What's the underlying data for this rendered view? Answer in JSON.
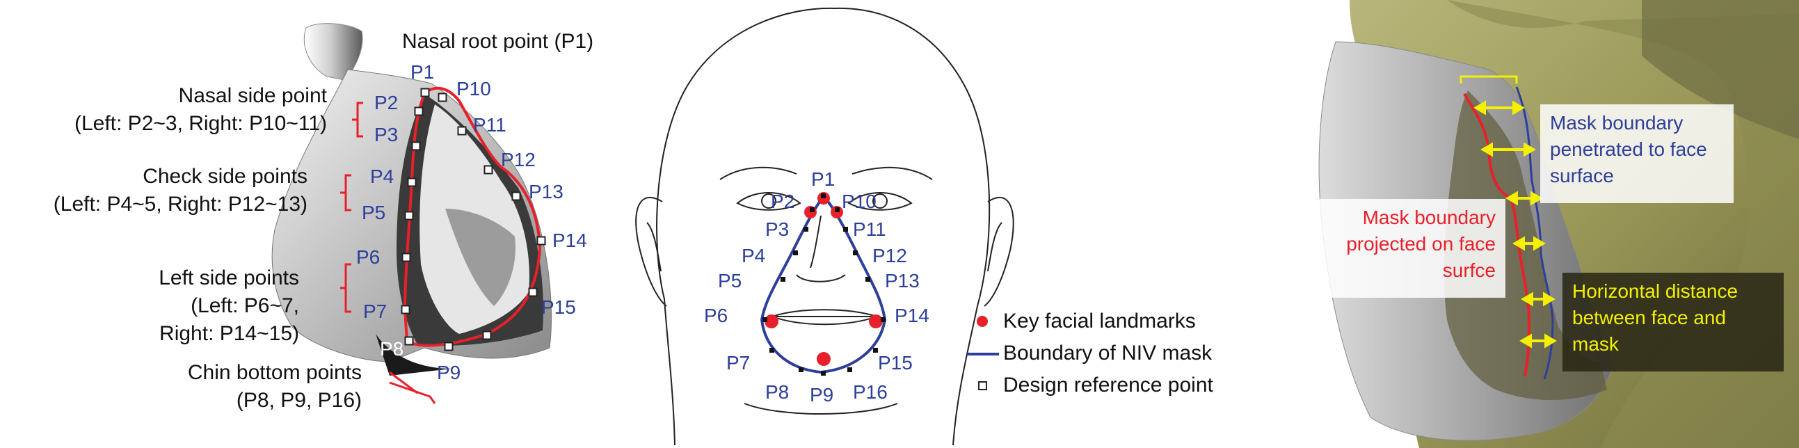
{
  "panel_a": {
    "labels": {
      "nasal_root": "Nasal root point (P1)",
      "nasal_side_title": "Nasal side point",
      "nasal_side_detail": "(Left: P2~3, Right: P10~11)",
      "cheek_side_title": "Check side points",
      "cheek_side_detail": "(Left: P4~5, Right: P12~13)",
      "left_side_title": "Left side points",
      "left_side_detail_1": "(Left: P6~7,",
      "left_side_detail_2": "Right: P14~15)",
      "chin_title": "Chin bottom points",
      "chin_detail": "(P8, P9, P16)"
    },
    "points": [
      "P1",
      "P2",
      "P3",
      "P4",
      "P5",
      "P6",
      "P7",
      "P8",
      "P9",
      "P10",
      "P11",
      "P12",
      "P13",
      "P14",
      "P15"
    ]
  },
  "panel_b": {
    "points": [
      "P1",
      "P2",
      "P3",
      "P4",
      "P5",
      "P6",
      "P7",
      "P8",
      "P9",
      "P10",
      "P11",
      "P12",
      "P13",
      "P14",
      "P15",
      "P16"
    ],
    "legend": [
      {
        "label": "Key facial landmarks",
        "symbol": "red-dot"
      },
      {
        "label": "Boundary of NIV mask",
        "symbol": "blue-line"
      },
      {
        "label": "Design reference point",
        "symbol": "square"
      }
    ],
    "colors": {
      "landmark": "#e8202a",
      "boundary": "#2d3f9a"
    }
  },
  "panel_c": {
    "boxes": {
      "penetrated": "Mask boundary penetrated to face surface",
      "projected": "Mask boundary projected on face surfce",
      "horizontal": "Horizontal distance between face and mask"
    },
    "colors": {
      "penetrated": "#2d3f9a",
      "projected": "#e8202a",
      "horizontal": "#f3f000"
    }
  }
}
